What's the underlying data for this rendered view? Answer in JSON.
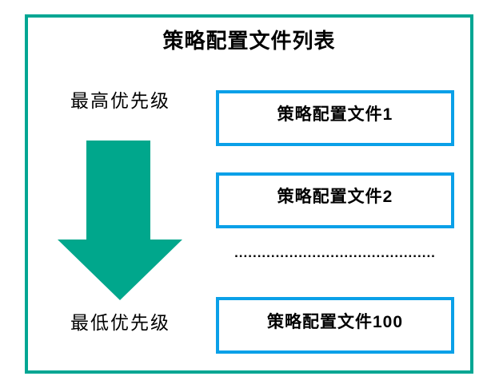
{
  "diagram": {
    "title": "策略配置文件列表",
    "labels": {
      "highest_priority": "最高优先级",
      "lowest_priority": "最低优先级"
    },
    "arrow": {
      "meaning": "priority-descending",
      "direction": "down",
      "color": "#00A78C"
    },
    "boxes": [
      {
        "label": "策略配置文件1"
      },
      {
        "label": "策略配置文件2"
      },
      {
        "label": "策略配置文件100"
      }
    ],
    "ellipsis": "............................................",
    "colors": {
      "frame_border": "#00A693",
      "box_border": "#0AA0E8",
      "text": "#000000"
    }
  }
}
